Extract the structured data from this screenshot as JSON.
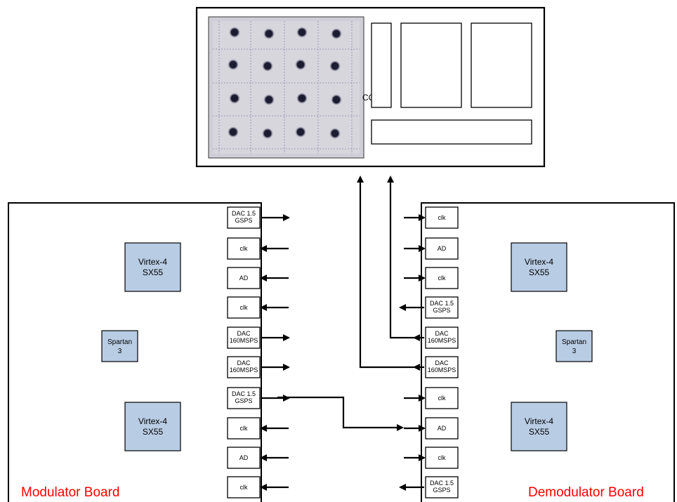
{
  "modulator": {
    "label": "Modulator Board",
    "fpga1": [
      "Virtex-4",
      "SX55"
    ],
    "fpga2": [
      "Virtex-4",
      "SX55"
    ],
    "spartan": [
      "Spartan",
      "3"
    ],
    "components": [
      [
        "DAC 1.5",
        "GSPS"
      ],
      [
        "clk"
      ],
      [
        "AD"
      ],
      [
        "clk"
      ],
      [
        "DAC",
        "160MSPS"
      ],
      [
        "DAC",
        "160MSPS"
      ],
      [
        "DAC 1.5",
        "GSPS"
      ],
      [
        "clk"
      ],
      [
        "AD"
      ],
      [
        "clk"
      ]
    ]
  },
  "demodulator": {
    "label": "Demodulator Board",
    "fpga1": [
      "Virtex-4",
      "SX55"
    ],
    "fpga2": [
      "Virtex-4",
      "SX55"
    ],
    "spartan": [
      "Spartan",
      "3"
    ],
    "components": [
      [
        "clk"
      ],
      [
        "AD"
      ],
      [
        "clk"
      ],
      [
        "DAC 1.5",
        "GSPS"
      ],
      [
        "DAC",
        "160MSPS"
      ],
      [
        "DAC",
        "160MSPS"
      ],
      [
        "clk"
      ],
      [
        "AD"
      ],
      [
        "clk"
      ],
      [
        "DAC 1.5",
        "GSPS"
      ]
    ]
  },
  "scope": {
    "partial_label": "CO",
    "constellation_grid": "4x4"
  }
}
